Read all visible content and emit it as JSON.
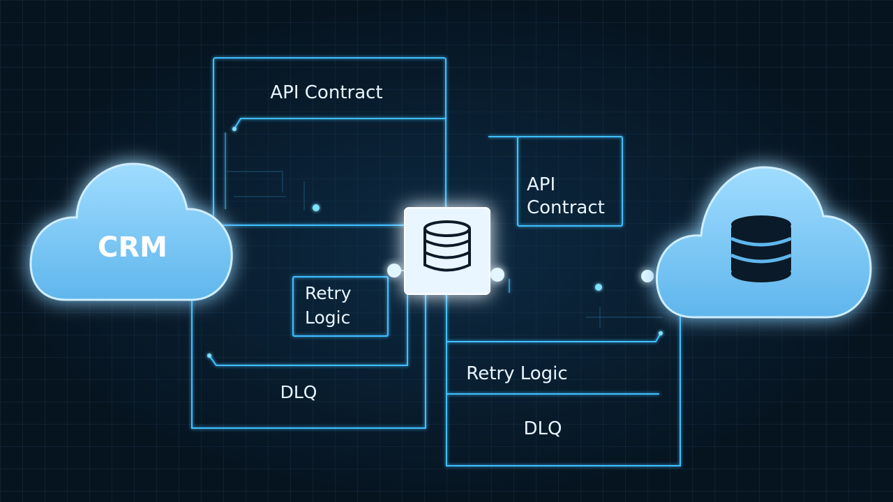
{
  "colors": {
    "background": "#061420",
    "glow": "#3fc4ff",
    "line": "#4fd0ff",
    "cloud_fill": "#8fd3ff",
    "hub_fill": "#e6f3ff",
    "text": "#eaf6ff"
  },
  "source_cloud": {
    "label": "CRM"
  },
  "target_cloud": {
    "icon": "database-icon"
  },
  "hub": {
    "icon": "database-icon"
  },
  "panels": {
    "api_contract_top": {
      "label": "API Contract"
    },
    "api_contract_right": {
      "line1": "API",
      "line2": "Contract"
    },
    "retry_logic_left": {
      "line1": "Retry",
      "line2": "Logic"
    },
    "dlq_left": {
      "label": "DLQ"
    },
    "retry_logic_right": {
      "label": "Retry Logic"
    },
    "dlq_right": {
      "label": "DLQ"
    }
  }
}
